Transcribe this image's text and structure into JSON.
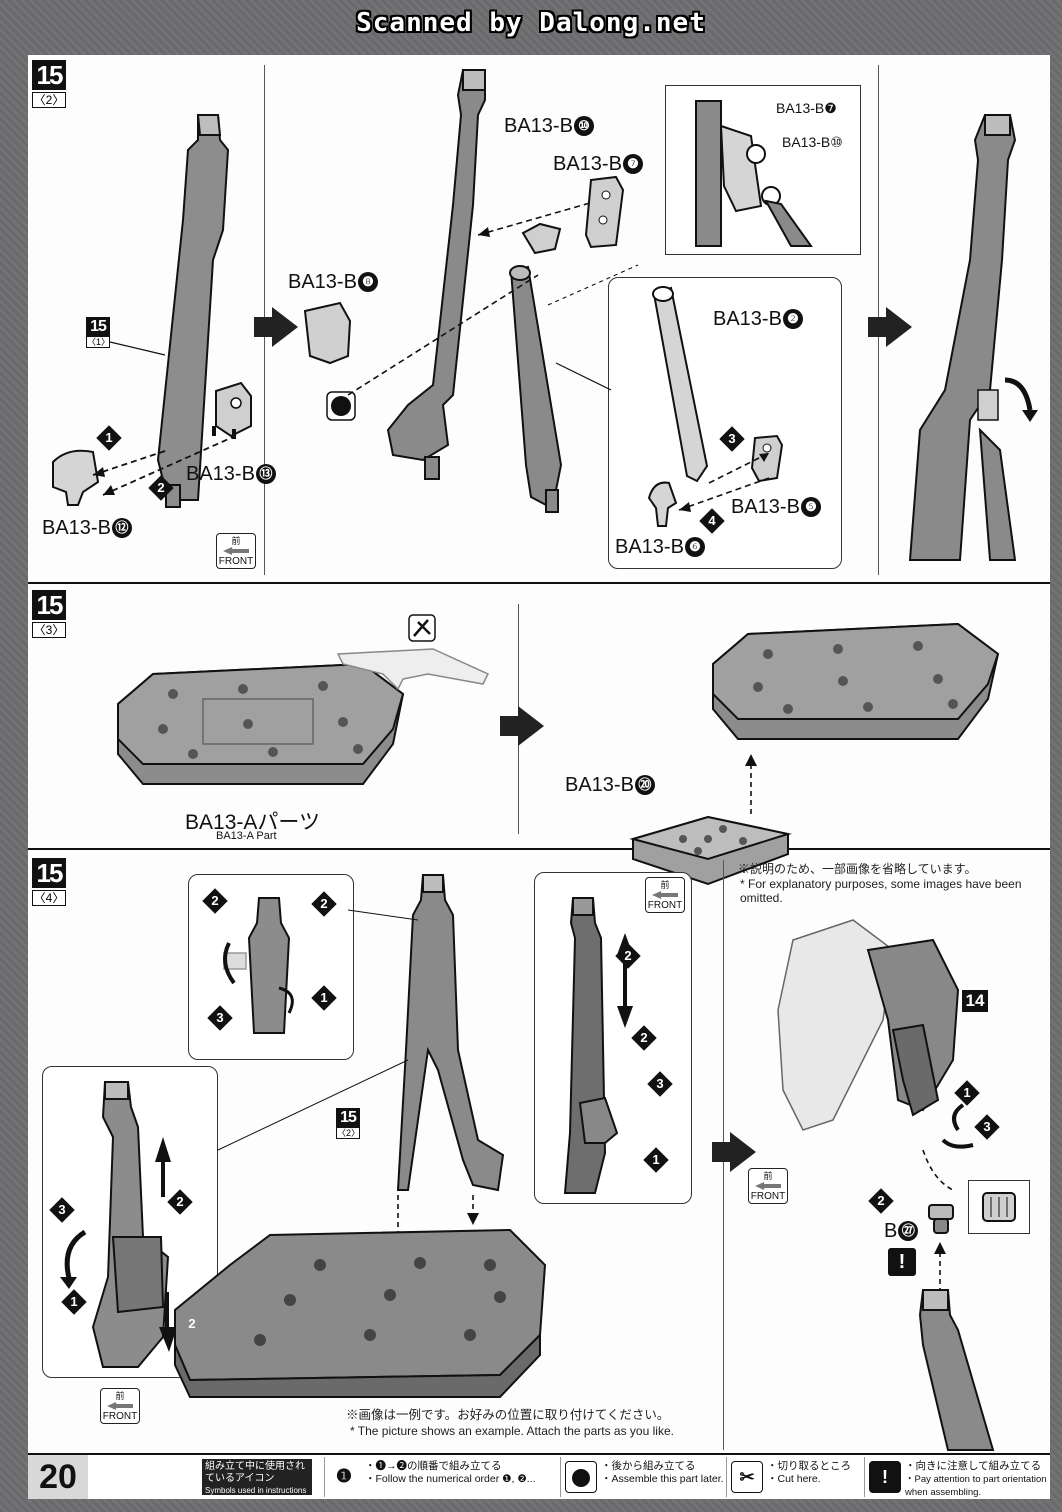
{
  "scan_credit": "Scanned by Dalong.net",
  "page_number": "20",
  "steps": {
    "s2": {
      "num": "15",
      "sub": "〈2〉",
      "ref_num": "15",
      "ref_sub": "〈1〉"
    },
    "s3": {
      "num": "15",
      "sub": "〈3〉"
    },
    "s4": {
      "num": "15",
      "sub": "〈4〉",
      "ref_num": "15",
      "ref_sub": "〈2〉",
      "ref14": "14"
    }
  },
  "labels": {
    "b10": "BA13-B",
    "b10n": "⑩",
    "b7": "BA13-B",
    "b7n": "❼",
    "b7i": "BA13-B❼",
    "b10i": "BA13-B⑩",
    "b8": "BA13-B",
    "b8n": "❽",
    "b2": "BA13-B",
    "b2n": "❷",
    "b13": "BA13-B",
    "b13n": "⑬",
    "b12": "BA13-B",
    "b12n": "⑫",
    "b5": "BA13-B",
    "b5n": "❺",
    "b6": "BA13-B",
    "b6n": "❻",
    "b20": "BA13-B",
    "b20n": "⑳",
    "a_jp": "BA13-Aパーツ",
    "a_en": "BA13-A Part",
    "b27": "B",
    "b27n": "㉗"
  },
  "front": {
    "jp": "前",
    "en": "FRONT"
  },
  "notes": {
    "omitted_jp": "※説明のため、一部画像を省略しています。",
    "omitted_en": "* For explanatory purposes, some images have been omitted.",
    "example_jp": "※画像は一例です。お好みの位置に取り付けてください。",
    "example_en": "* The picture shows an example. Attach the parts as you like."
  },
  "footer": {
    "legend_jp": "組み立て中に使用されているアイコン",
    "legend_en": "Symbols used in instructions",
    "items": [
      {
        "icon": "❶",
        "jp": "・❶→❷の順番で組み立てる",
        "en": "・Follow the numerical order ❶, ❷..."
      },
      {
        "icon": "",
        "jp": "・後から組み立てる",
        "en": "・Assemble this part later."
      },
      {
        "icon": "✂",
        "jp": "・切り取るところ",
        "en": "・Cut here."
      },
      {
        "icon": "!",
        "jp": "・向きに注意して組み立てる",
        "en": "・Pay attention to part orientation when assembling."
      }
    ]
  }
}
